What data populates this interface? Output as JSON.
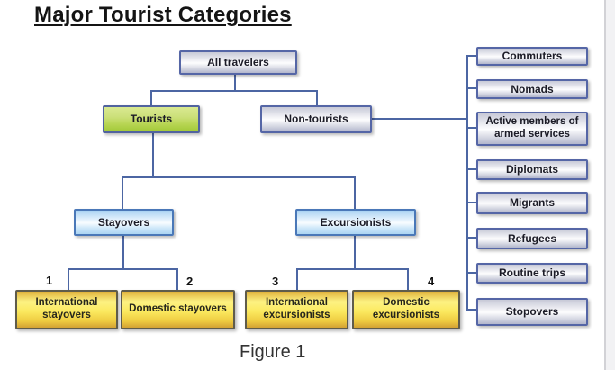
{
  "title": "Major Tourist Categories",
  "caption": "Figure 1",
  "tree": {
    "root": {
      "label": "All travelers"
    },
    "branches": [
      {
        "label": "Tourists"
      },
      {
        "label": "Non-tourists"
      }
    ],
    "tourist_types": [
      {
        "label": "Stayovers"
      },
      {
        "label": "Excursionists"
      }
    ],
    "leaves": [
      {
        "num": "1",
        "label": "International stayovers"
      },
      {
        "num": "2",
        "label": "Domestic stayovers"
      },
      {
        "num": "3",
        "label": "International excursionists"
      },
      {
        "num": "4",
        "label": "Domestic excursionists"
      }
    ]
  },
  "non_tourist_types": [
    {
      "label": "Commuters"
    },
    {
      "label": "Nomads"
    },
    {
      "label": "Active members of armed services"
    },
    {
      "label": "Diplomats"
    },
    {
      "label": "Migrants"
    },
    {
      "label": "Refugees"
    },
    {
      "label": "Routine trips"
    },
    {
      "label": "Stopovers"
    }
  ],
  "colors": {
    "connector": "#4c66a3",
    "tourists_fill": "#b7d553",
    "neutral_fill": "#d9dbe6",
    "blue_fill": "#bfe0f7",
    "leaf_fill": "#fbe95f"
  }
}
